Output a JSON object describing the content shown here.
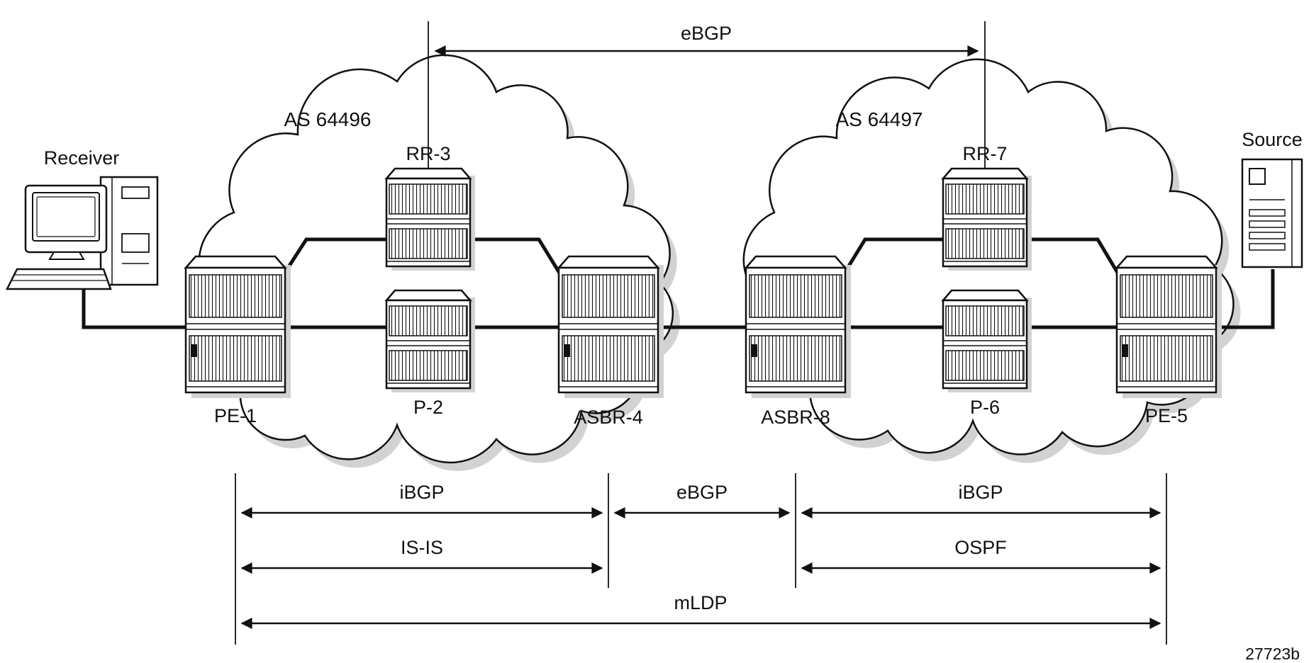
{
  "figure": {
    "code": "27723b"
  },
  "top_session": {
    "label": "eBGP"
  },
  "as_clouds": [
    {
      "label": "AS 64496"
    },
    {
      "label": "AS 64497"
    }
  ],
  "hosts": {
    "receiver": {
      "label": "Receiver"
    },
    "source": {
      "label": "Source"
    }
  },
  "routers": {
    "pe1": {
      "label": "PE-1"
    },
    "p2": {
      "label": "P-2"
    },
    "rr3": {
      "label": "RR-3"
    },
    "asbr4": {
      "label": "ASBR-4"
    },
    "asbr8": {
      "label": "ASBR-8"
    },
    "p6": {
      "label": "P-6"
    },
    "rr7": {
      "label": "RR-7"
    },
    "pe5": {
      "label": "PE-5"
    }
  },
  "spans": {
    "ibgp_left": {
      "label": "iBGP"
    },
    "ebgp_mid": {
      "label": "eBGP"
    },
    "ibgp_right": {
      "label": "iBGP"
    },
    "isis": {
      "label": "IS-IS"
    },
    "ospf": {
      "label": "OSPF"
    },
    "mldp": {
      "label": "mLDP"
    }
  },
  "colors": {
    "ink": "#111111",
    "shadow": "#d2d2d2",
    "background": "#ffffff"
  }
}
